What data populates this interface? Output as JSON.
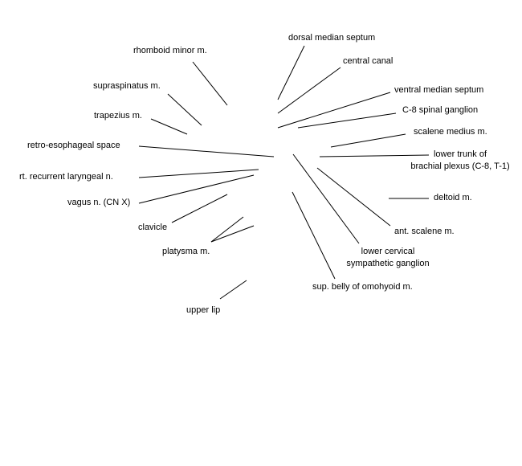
{
  "diagram": {
    "labels": {
      "dorsal_median_septum": "dorsal median septum",
      "central_canal": "central canal",
      "ventral_median_septum": "ventral median septum",
      "c8_spinal_ganglion": "C-8 spinal ganglion",
      "scalene_medius": "scalene medius m.",
      "lower_trunk_line1": "lower trunk of",
      "lower_trunk_line2": "brachial plexus (C-8, T-1)",
      "deltoid": "deltoid m.",
      "ant_scalene": "ant. scalene m.",
      "lower_cervical_line1": "lower cervical",
      "lower_cervical_line2": "sympathetic ganglion",
      "omohyoid": "sup. belly of omohyoid m.",
      "rhomboid_minor": "rhomboid minor m.",
      "supraspinatus": "supraspinatus m.",
      "trapezius": "trapezius m.",
      "retro_esophageal": "retro-esophageal space",
      "recurrent_laryngeal": "rt. recurrent laryngeal n.",
      "vagus": "vagus n. (CN X)",
      "clavicle": "clavicle",
      "platysma": "platysma m.",
      "upper_lip": "upper lip"
    }
  }
}
